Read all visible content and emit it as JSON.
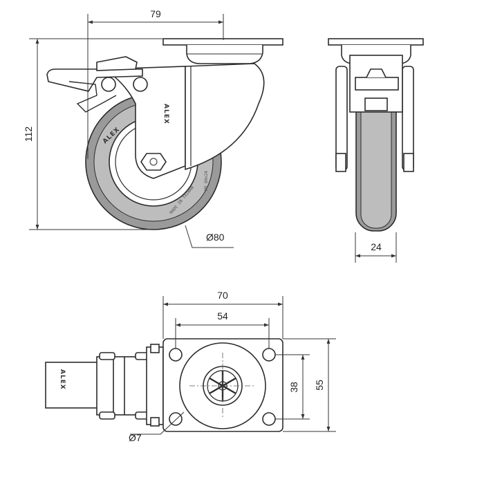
{
  "colors": {
    "line": "#2b2b2b",
    "dim_line": "#333333",
    "gray_fill": "#9a9a9a",
    "light_fill": "#ececec",
    "paper": "#ffffff"
  },
  "dimensions": {
    "overall_offset": "79",
    "overall_height": "112",
    "wheel_diameter": "Ø80",
    "wheel_width": "24",
    "plate_width": "70",
    "hole_spacing_x": "54",
    "hole_spacing_y": "38",
    "plate_height": "55",
    "bolt_hole_diameter": "Ø7"
  },
  "branding": {
    "brand": "ALEX",
    "tire_mark_1": "ALEX",
    "tire_mark_2": "M8 80x24",
    "tire_mark_3": "MADE IN TAIWAN"
  }
}
